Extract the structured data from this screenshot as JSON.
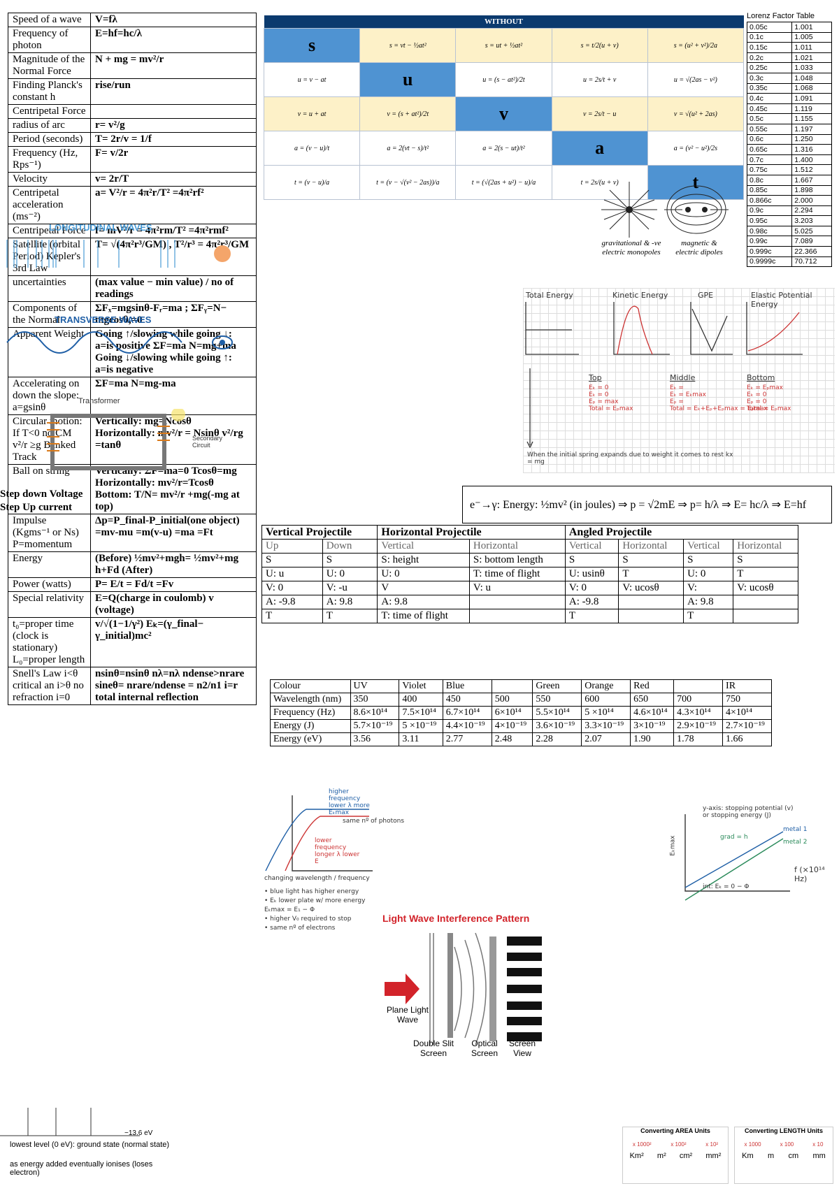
{
  "formulas": [
    {
      "label": "Speed of a wave",
      "formula": "V=fλ"
    },
    {
      "label": "Frequency of photon",
      "formula": "E=hf=hc/λ"
    },
    {
      "label": "Magnitude of the Normal Force",
      "formula": "N + mg = mv²/r"
    },
    {
      "label": "Finding Planck's constant h",
      "formula": "rise/run"
    },
    {
      "label": "Centripetal Force",
      "formula": ""
    },
    {
      "label": "radius of arc",
      "formula": "r= v²/g"
    },
    {
      "label": "Period (seconds)",
      "formula": "T= 2r/v = 1/f"
    },
    {
      "label": "Frequency (Hz, Rps⁻¹)",
      "formula": "F= v/2r"
    },
    {
      "label": "Velocity",
      "formula": "v= 2r/T"
    },
    {
      "label": "Centripetal acceleration (ms⁻²)",
      "formula": "a= V²/r = 4π²r/T² =4π²rf²"
    },
    {
      "label": "Centripetal Force",
      "formula": "f= mV²/r = 4π²rm/T² =4π²rmf²"
    },
    {
      "label": "Satellite (orbital Period) Kepler's 3rd Law",
      "formula": "T= √(4π²r³/GM) , T²/r³ = 4π²r³/GM"
    },
    {
      "label": "uncertainties",
      "formula": "(max value − min value) / no of readings"
    },
    {
      "label": "Components of the Normal",
      "formula": "ΣFₓ=mgsinθ-Fᵣ=ma ; ΣFᵧ=N− mgcosθ,=0"
    },
    {
      "label": "Apparent Weight",
      "formula": "Going ↑/slowing while going ↓: a=is positive ΣF=ma N=mg+ma Going ↓/slowing while going ↑: a=is negative"
    },
    {
      "label": "Accelerating on down the slope: a=gsinθ",
      "formula": "ΣF=ma N=mg-ma"
    },
    {
      "label": "Circular motion: If T<0 no CM  v²/r ≥g  Banked Track",
      "formula": "Vertically: mg=Ncosθ  Horizontally: mv²/r = Nsinθ  v²/rg =tanθ"
    },
    {
      "label": "Ball on string",
      "formula": "Vertically: ΣF=ma=0 Tcosθ=mg  Horizontally: mv²/r=Tcosθ  Bottom: T/N= mv²/r +mg(-mg at top)"
    },
    {
      "label": "Impulse (Kgms⁻¹ or Ns) P=momentum",
      "formula": "Δp=P_final-P_initial(one object) =mv-mu =m(v-u) =ma =Ft"
    },
    {
      "label": "Energy",
      "formula": "(Before) ½mv²+mgh= ½mv²+mg h+Fd (After)"
    },
    {
      "label": "Power (watts)",
      "formula": "P= E/t = Fd/t =Fv"
    },
    {
      "label": "Special relativity",
      "formula": "E=Q(charge in coulomb) v (voltage)"
    },
    {
      "label": "t₀=proper time (clock is stationary) L₀=proper length",
      "formula": "v/√(1−1/γ²)  Eₖ=(γ_final− γ_initial)mc²"
    },
    {
      "label": "Snell's Law i<θ critical an i>θ no refraction i=0",
      "formula": "nsinθ=nsinθ nλ=nλ ndense>nrare sineθ= nrare/ndense = n2/n1  i=r total internal reflection"
    }
  ],
  "suvat": {
    "header": "WITHOUT",
    "rows": [
      [
        "s",
        "s = vt − ½at²",
        "s = ut + ½at²",
        "s = t/2(u + v)",
        "s = (u² + v²)/2a"
      ],
      [
        "u = v − at",
        "u",
        "u = (s − at²)/2t",
        "u = 2s/t + v",
        "u = √(2as − v²)"
      ],
      [
        "v = u + at",
        "v = (s + at²)/2t",
        "v",
        "v = 2s/t − u",
        "v = √(u² + 2as)"
      ],
      [
        "a = (v − u)/t",
        "a = 2(vt − s)/t²",
        "a = 2(s − ut)/t²",
        "a",
        "a = (v² − u²)/2s"
      ],
      [
        "t = (v − u)/a",
        "t = (v − √(v² − 2as))/a",
        "t = (√(2as + u²) − u)/a",
        "t = 2s/(u + v)",
        "t"
      ]
    ]
  },
  "lorenz": {
    "title": "Lorenz Factor Table",
    "rows": [
      [
        "0.05c",
        "1.001"
      ],
      [
        "0.1c",
        "1.005"
      ],
      [
        "0.15c",
        "1.011"
      ],
      [
        "0.2c",
        "1.021"
      ],
      [
        "0.25c",
        "1.033"
      ],
      [
        "0.3c",
        "1.048"
      ],
      [
        "0.35c",
        "1.068"
      ],
      [
        "0.4c",
        "1.091"
      ],
      [
        "0.45c",
        "1.119"
      ],
      [
        "0.5c",
        "1.155"
      ],
      [
        "0.55c",
        "1.197"
      ],
      [
        "0.6c",
        "1.250"
      ],
      [
        "0.65c",
        "1.316"
      ],
      [
        "0.7c",
        "1.400"
      ],
      [
        "0.75c",
        "1.512"
      ],
      [
        "0.8c",
        "1.667"
      ],
      [
        "0.85c",
        "1.898"
      ],
      [
        "0.866c",
        "2.000"
      ],
      [
        "0.9c",
        "2.294"
      ],
      [
        "0.95c",
        "3.203"
      ],
      [
        "0.98c",
        "5.025"
      ],
      [
        "0.99c",
        "7.089"
      ],
      [
        "0.999c",
        "22.366"
      ],
      [
        "0.9999c",
        "70.712"
      ]
    ]
  },
  "monopoles": {
    "left": "gravitational & -ve electric monopoles",
    "right": "magnetic & electric dipoles"
  },
  "energy_graphs": {
    "titles": [
      "Total Energy",
      "Kinetic Energy",
      "GPE",
      "Elastic Potential Energy"
    ],
    "cols": [
      "Top",
      "Middle",
      "Bottom"
    ],
    "top": [
      "Eₖ = 0",
      "Eₖ = 0",
      "Eₚ = max",
      "Total = Eₚmax"
    ],
    "middle": [
      "Eₖ =",
      "Eₖ = Eₖmax",
      "Eₚ =",
      "Total = Eₖ+Eₚ+Eₚmax = Eₚmax"
    ],
    "bottom": [
      "Eₖ = Eₚmax",
      "Eₖ = 0",
      "Eₚ = 0",
      "Total = Eₚmax"
    ],
    "note": "When the initial spring expands due to weight it comes to rest kx = mg"
  },
  "photon": "e⁻→γ: Energy: ½mv² (in joules) ⇒ p = √2mE ⇒ p= h/λ ⇒ E= hc/λ ⇒ E=hf",
  "projectile": {
    "headers": [
      "Vertical Projectile",
      "Horizontal Projectile",
      "Angled Projectile"
    ],
    "sub": [
      "Up",
      "Down",
      "Vertical",
      "Horizontal",
      "Vertical",
      "Horizontal",
      "Vertical",
      "Horizontal"
    ],
    "rows": [
      [
        "S",
        "S",
        "S: height",
        "S: bottom length",
        "S",
        "S",
        "S",
        "S"
      ],
      [
        "U: u",
        "U: 0",
        "U: 0",
        "T: time of flight",
        "U: usinθ",
        "T",
        "U: 0",
        "T"
      ],
      [
        "V: 0",
        "V: -u",
        "V",
        "V: u",
        "V: 0",
        "V: ucosθ",
        "V:",
        "V: ucosθ"
      ],
      [
        "A: -9.8",
        "A: 9.8",
        "A: 9.8",
        "",
        "A: -9.8",
        "",
        "A: 9.8",
        ""
      ],
      [
        "T",
        "T",
        "T: time of flight",
        "",
        "T",
        "",
        "T",
        ""
      ]
    ]
  },
  "colour_table": {
    "rows": [
      [
        "Colour",
        "UV",
        "Violet",
        "Blue",
        "",
        "Green",
        "Orange",
        "Red",
        "",
        "IR"
      ],
      [
        "Wavelength (nm)",
        "350",
        "400",
        "450",
        "500",
        "550",
        "600",
        "650",
        "700",
        "750"
      ],
      [
        "Frequency (Hz)",
        "8.6×10¹⁴",
        "7.5×10¹⁴",
        "6.7×10¹⁴",
        "6×10¹⁴",
        "5.5×10¹⁴",
        "5 ×10¹⁴",
        "4.6×10¹⁴",
        "4.3×10¹⁴",
        "4×10¹⁴"
      ],
      [
        "Energy (J)",
        "5.7×10⁻¹⁹",
        "5 ×10⁻¹⁹",
        "4.4×10⁻¹⁹",
        "4×10⁻¹⁹",
        "3.6×10⁻¹⁹",
        "3.3×10⁻¹⁹",
        "3×10⁻¹⁹",
        "2.9×10⁻¹⁹",
        "2.7×10⁻¹⁹"
      ],
      [
        "Energy (eV)",
        "3.56",
        "3.11",
        "2.77",
        "2.48",
        "2.28",
        "2.07",
        "1.90",
        "1.78",
        "1.66"
      ]
    ]
  },
  "overlays": {
    "longitudinal": "LONGITUDINAL WAVES",
    "transverse": "TRANSVERSE WAVES",
    "transformer": "Transformer",
    "secondary": "Secondary Circuit",
    "stepdown": "Step down Voltage",
    "stepup": "Step Up current",
    "photo_legend": [
      "higher frequency lower λ more Eₖmax",
      "same nº of photons",
      "lower frequency longer λ lower E",
      "changing wavelength / frequency"
    ],
    "photo_notes": [
      "• blue light has higher energy",
      "• Eₖ lower plate w/ more energy Eₖmax = E₁ − Φ",
      "• higher V₀ required to stop",
      "• same nº of electrons"
    ],
    "stopping": "y-axis: stopping potential (v) or stopping energy (J)",
    "metal1": "metal 1",
    "metal2": "metal 2",
    "grad": "grad = h",
    "fx": "f (×10¹⁴ Hz)",
    "int": "int: Eₖ = 0 − Φ",
    "ekmax": "Eₖmax",
    "interference_title": "Light Wave Interference Pattern",
    "interference_labels": [
      "Plane Light Wave",
      "Double Slit Screen",
      "Optical Screen",
      "Screen View"
    ],
    "levels": [
      "lowest level (0 eV): ground state (normal state)",
      "as energy added eventually ionises (loses electron)"
    ],
    "lvl_val": "−13.6 eV",
    "area_title": "Converting AREA Units",
    "length_title": "Converting LENGTH Units",
    "area_units": [
      "Km²",
      "m²",
      "cm²",
      "mm²"
    ],
    "length_units": [
      "Km",
      "m",
      "cm",
      "mm"
    ],
    "area_factors": [
      "x 1000²",
      "x 100²",
      "x 10²"
    ],
    "length_factors": [
      "x 1000",
      "x 100",
      "x 10"
    ]
  }
}
